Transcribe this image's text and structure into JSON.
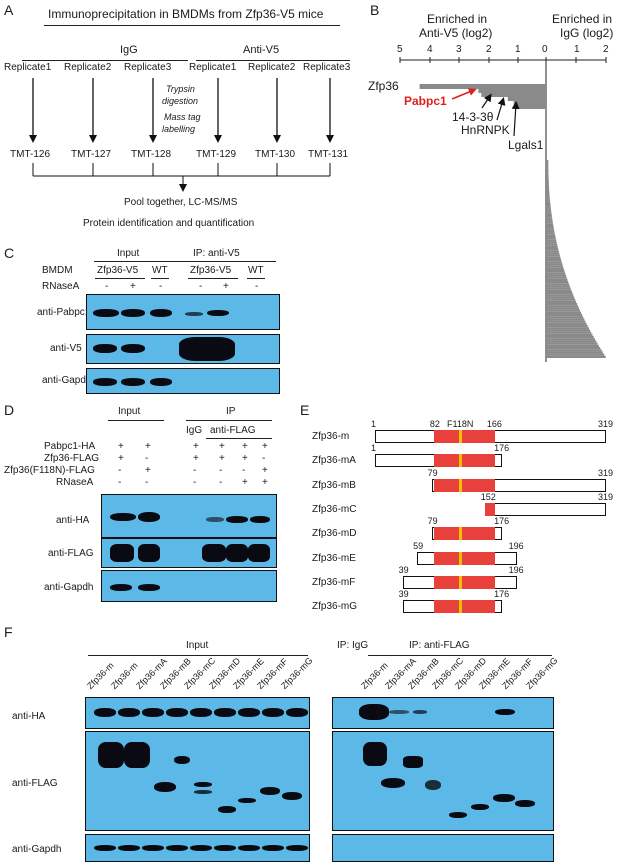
{
  "panelA": {
    "letter": "A",
    "title": "Immunoprecipitation in BMDMs from Zfp36-V5 mice",
    "group_igg": "IgG",
    "group_v5": "Anti-V5",
    "replicates": [
      "Replicate1",
      "Replicate2",
      "Replicate3",
      "Replicate1",
      "Replicate2",
      "Replicate3"
    ],
    "step1": "Trypsin",
    "step1b": "digestion",
    "step2": "Mass tag",
    "step2b": "labelling",
    "tmt": [
      "TMT-126",
      "TMT-127",
      "TMT-128",
      "TMT-129",
      "TMT-130",
      "TMT-131"
    ],
    "pool": "Pool together, LC-MS/MS",
    "ident": "Protein identification and quantification"
  },
  "panelB": {
    "letter": "B",
    "enriched_v5_1": "Enriched in",
    "enriched_v5_2": "Anti-V5 (log2)",
    "enriched_igg_1": "Enriched in",
    "enriched_igg_2": "IgG (log2)",
    "ticks": [
      "5",
      "4",
      "3",
      "2",
      "1",
      "0",
      "1",
      "2"
    ],
    "labels": {
      "zfp36": "Zfp36",
      "pabpc1": "Pabpc1",
      "ywhaq": "14-3-3θ",
      "hnrnpk": "HnRNPK",
      "lgals1": "Lgals1"
    },
    "highlight_color": "#e02020",
    "bar_color": "#8a8a8a"
  },
  "panelC": {
    "letter": "C",
    "input": "Input",
    "ip": "IP: anti-V5",
    "bmdm": "BMDM",
    "rnase": "RNaseA",
    "lanes": [
      "Zfp36-V5",
      "WT",
      "Zfp36-V5",
      "WT"
    ],
    "signs": [
      "-",
      "+",
      "-",
      "-",
      "+",
      "-"
    ],
    "rows": [
      "anti-Pabpc1",
      "anti-V5",
      "anti-Gapdh"
    ]
  },
  "panelD": {
    "letter": "D",
    "input": "Input",
    "ip": "IP",
    "igg": "IgG",
    "flag": "anti-FLAG",
    "row_labels": [
      "Pabpc1-HA",
      "Zfp36-FLAG",
      "Zfp36(F118N)-FLAG",
      "RNaseA"
    ],
    "signs": [
      [
        "+",
        "+",
        "+",
        "+",
        "+",
        "+"
      ],
      [
        "+",
        "-",
        "+",
        "+",
        "+",
        "-"
      ],
      [
        "-",
        "+",
        "-",
        "-",
        "-",
        "+"
      ],
      [
        "-",
        "-",
        "-",
        "-",
        "+",
        "+"
      ]
    ],
    "rows": [
      "anti-HA",
      "anti-FLAG",
      "anti-Gapdh"
    ]
  },
  "panelE": {
    "letter": "E",
    "mutation": "F118N",
    "constructs": [
      {
        "name": "Zfp36-m",
        "start": "1",
        "end": "319",
        "zf_start": "82",
        "zf_end": "166"
      },
      {
        "name": "Zfp36-mA",
        "start": "1",
        "end": "176"
      },
      {
        "name": "Zfp36-mB",
        "start": "79",
        "end": "319"
      },
      {
        "name": "Zfp36-mC",
        "start": "152",
        "end": "319"
      },
      {
        "name": "Zfp36-mD",
        "start": "79",
        "end": "176"
      },
      {
        "name": "Zfp36-mE",
        "start": "59",
        "end": "196"
      },
      {
        "name": "Zfp36-mF",
        "start": "39",
        "end": "196"
      },
      {
        "name": "Zfp36-mG",
        "start": "39",
        "end": "176"
      }
    ],
    "zf_color": "#e8403a",
    "mut_color": "#f2c200"
  },
  "panelF": {
    "letter": "F",
    "input": "Input",
    "ip_igg": "IP: IgG",
    "ip_flag": "IP: anti-FLAG",
    "lanes": [
      "Zfp36-m",
      "Zfp36-m",
      "Zfp36-mA",
      "Zfp36-mB",
      "Zfp36-mC",
      "Zfp36-mD",
      "Zfp36-mE",
      "Zfp36-mF",
      "Zfp36-mG"
    ],
    "lanes_ip": [
      "Zfp36-m",
      "Zfp36-mA",
      "Zfp36-mB",
      "Zfp36-mC",
      "Zfp36-mD",
      "Zfp36-mE",
      "Zfp36-mF",
      "Zfp36-mG"
    ],
    "rows": [
      "anti-HA",
      "anti-FLAG",
      "anti-Gapdh"
    ]
  }
}
